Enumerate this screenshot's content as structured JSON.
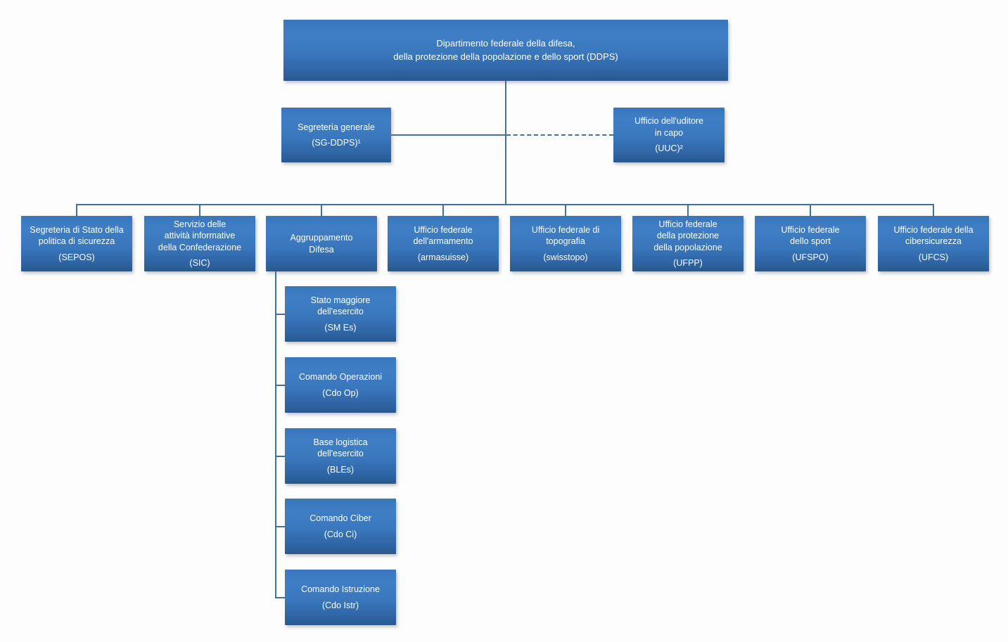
{
  "colors": {
    "accent_line": "#41719c",
    "box_top": "#3f7ec6",
    "box_bottom": "#28598f",
    "box_text": "#ffffff",
    "page_background": "#fdfdfd"
  },
  "root": {
    "label": "Dipartimento federale della difesa,\ndella protezione della popolazione e dello sport (DDPS)"
  },
  "level2": [
    {
      "label": "Segreteria generale",
      "abbr": "(SG-DDPS)¹"
    },
    {
      "label": "Ufficio dell'uditore\nin capo",
      "abbr": "(UUC)²"
    }
  ],
  "level3": [
    {
      "label": "Segreteria di Stato della\npolitica di sicurezza",
      "abbr": "(SEPOS)"
    },
    {
      "label": "Servizio delle\nattività informative\ndella Confederazione",
      "abbr": "(SIC)"
    },
    {
      "label": "Aggruppamento\nDifesa",
      "abbr": ""
    },
    {
      "label": "Ufficio federale\ndell'armamento",
      "abbr": "(armasuisse)"
    },
    {
      "label": "Ufficio federale di\ntopografia",
      "abbr": "(swisstopo)"
    },
    {
      "label": "Ufficio federale\ndella protezione\ndella popolazione",
      "abbr": "(UFPP)"
    },
    {
      "label": "Ufficio federale\ndello sport",
      "abbr": "(UFSPO)"
    },
    {
      "label": "Ufficio federale della\ncibersicurezza",
      "abbr": "(UFCS)"
    }
  ],
  "level4": [
    {
      "label": "Stato maggiore\ndell'esercito",
      "abbr": "(SM Es)"
    },
    {
      "label": "Comando Operazioni",
      "abbr": "(Cdo Op)"
    },
    {
      "label": "Base logistica\ndell'esercito",
      "abbr": "(BLEs)"
    },
    {
      "label": "Comando Ciber",
      "abbr": "(Cdo Ci)"
    },
    {
      "label": "Comando Istruzione",
      "abbr": "(Cdo Istr)"
    }
  ]
}
